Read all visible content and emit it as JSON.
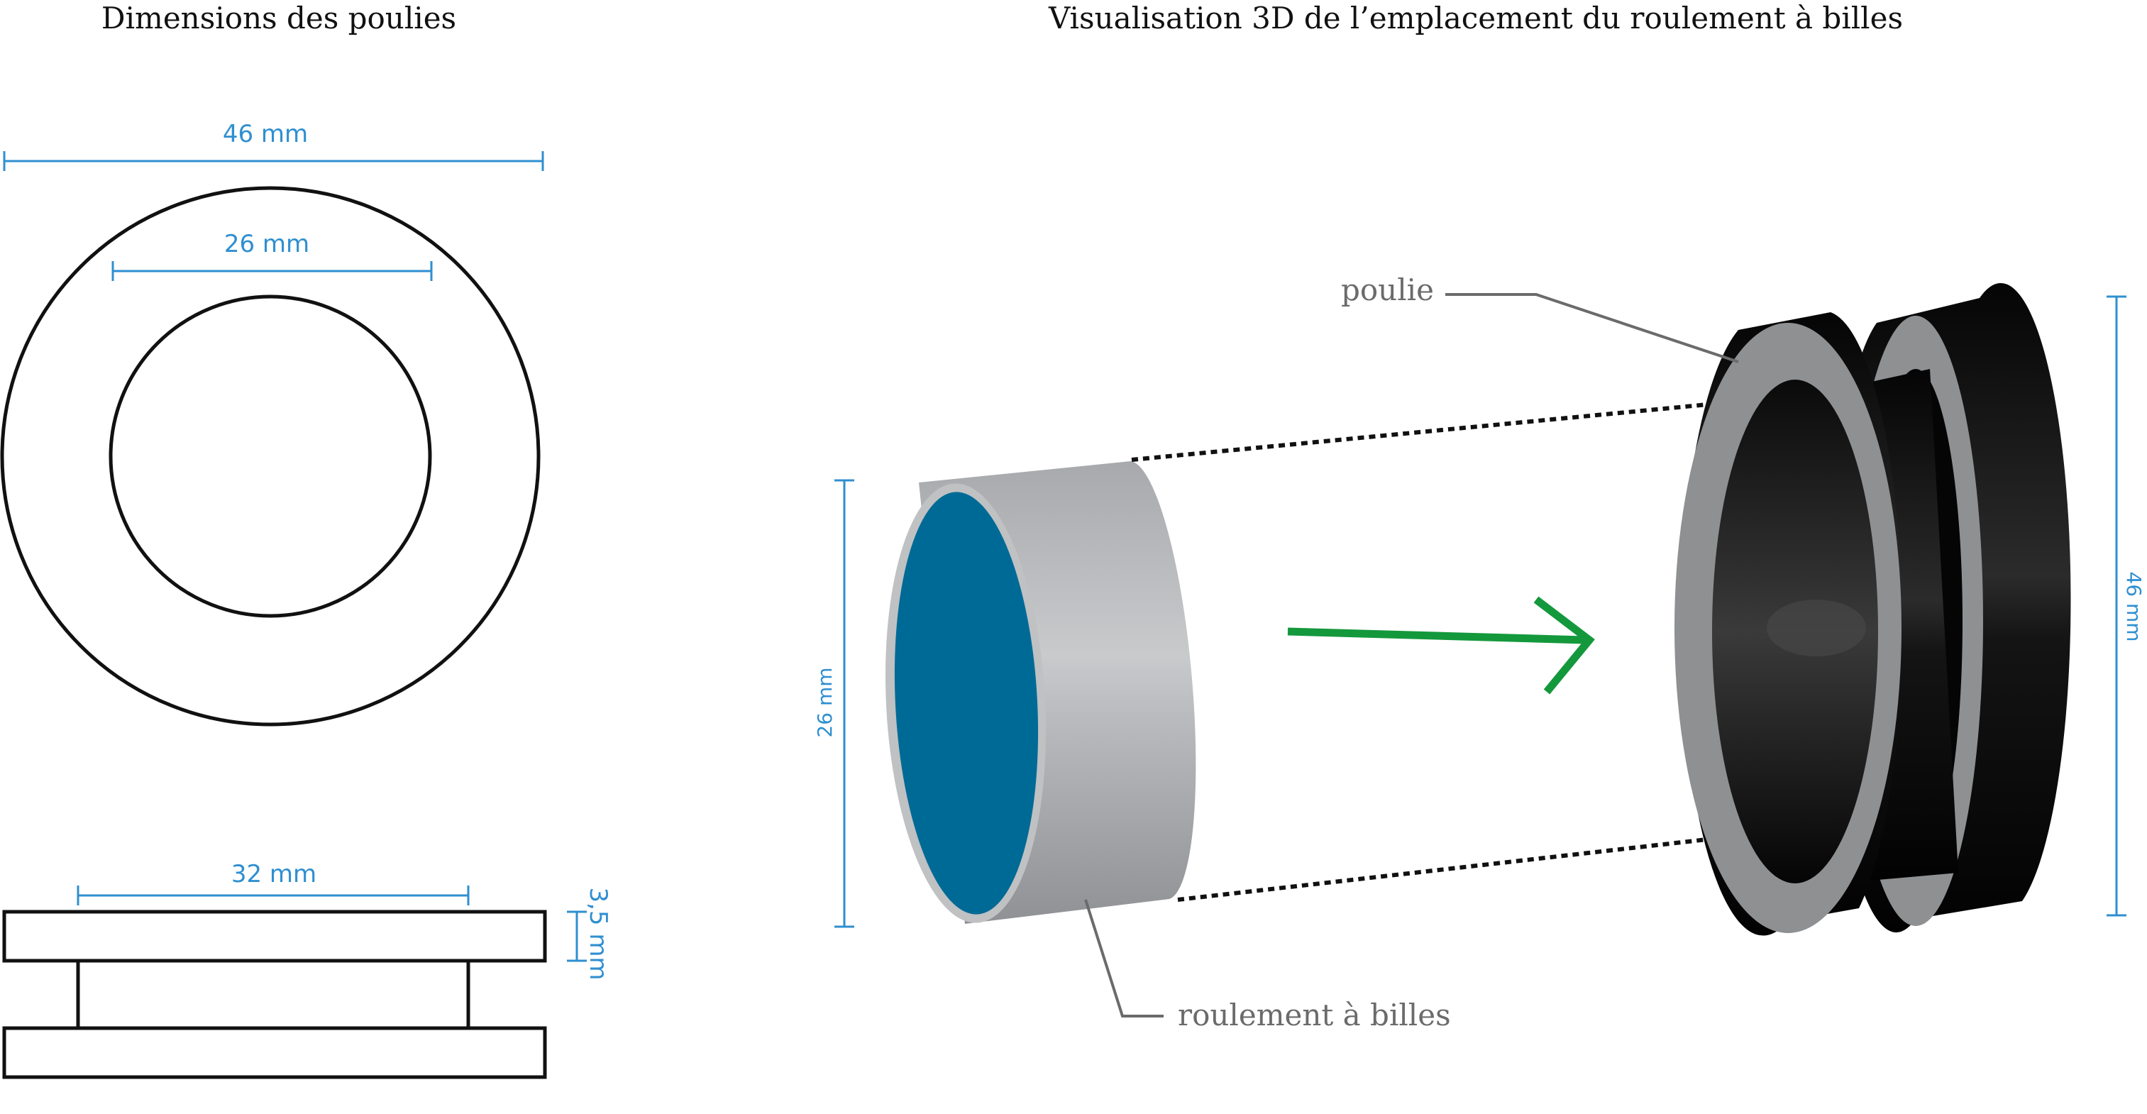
{
  "titles": {
    "left": "Dimensions des poulies",
    "right": "Visualisation 3D de l’emplacement du roulement à billes"
  },
  "dimensions": {
    "outer_diameter": "46 mm",
    "inner_diameter": "26 mm",
    "hub_width": "32 mm",
    "flange_thickness": "3,5 mm",
    "bearing_diameter_3d": "26 mm",
    "pulley_diameter_3d": "46 mm"
  },
  "callouts": {
    "pulley": "poulie",
    "bearing": "roulement à billes"
  },
  "colors": {
    "dimension": "#2f8fd0",
    "arrow": "#14983c",
    "bearing_face": "#006a96",
    "bearing_body": "#a9abae",
    "pulley_body": "#0b0b0b",
    "pulley_face": "#8e9092",
    "callout_line": "#6b6b6b",
    "callout_text": "#6b6b6b"
  }
}
